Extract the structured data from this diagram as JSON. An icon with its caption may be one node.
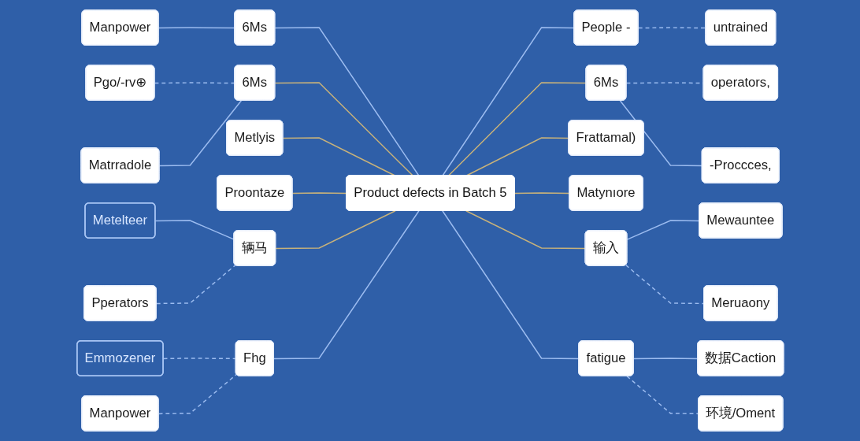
{
  "diagram": {
    "nodes": [
      {
        "text": [
          "Product defects in Batch 5"
        ]
      },
      {
        "text": [
          "6Ms"
        ]
      },
      {
        "text": [
          "Manpower"
        ]
      },
      {
        "text": [
          "Pgo/-rv⊕"
        ]
      },
      {
        "text": [
          "Matrradole"
        ]
      },
      {
        "text": [
          "6Ms"
        ]
      },
      {
        "text": [
          "Metlyis"
        ]
      },
      {
        "text": [
          "Proontaze"
        ]
      },
      {
        "text": [
          "Metelteer"
        ]
      },
      {
        "text": [
          "辆马"
        ]
      },
      {
        "text": [
          "Pperators"
        ]
      },
      {
        "text": [
          "Emmozener"
        ]
      },
      {
        "text": [
          "Fhg"
        ]
      },
      {
        "text": [
          "Manpower"
        ]
      },
      {
        "text": [
          "People -"
        ]
      },
      {
        "text": [
          "untrained"
        ]
      },
      {
        "text": [
          "operators,"
        ]
      },
      {
        "text": [
          "6Ms"
        ]
      },
      {
        "text": [
          "-Proccces,"
        ]
      },
      {
        "text": [
          "Frattamal)"
        ]
      },
      {
        "text": [
          "Matynıore"
        ]
      },
      {
        "text": [
          "输入"
        ]
      },
      {
        "text": [
          "Mewauntee"
        ]
      },
      {
        "text": [
          "Meruaony"
        ]
      },
      {
        "text": [
          "fatigue"
        ]
      },
      {
        "text": [
          "数据Caction"
        ]
      },
      {
        "text": [
          "环境/Oment"
        ]
      }
    ],
    "edges": [
      {
        "from": 0,
        "to": 1,
        "arrow": "none"
      },
      {
        "from": 1,
        "to": 2,
        "arrow": "none"
      },
      {
        "from": 0,
        "to": 5,
        "arrow": "none",
        "color": "#c8b27a"
      },
      {
        "from": 5,
        "to": 3,
        "arrow": "none",
        "style": "dashed"
      },
      {
        "from": 5,
        "to": 4,
        "arrow": "none"
      },
      {
        "from": 0,
        "to": 6,
        "arrow": "none",
        "color": "#c8b27a"
      },
      {
        "from": 0,
        "to": 7,
        "arrow": "none",
        "color": "#c8b27a"
      },
      {
        "from": 0,
        "to": 9,
        "arrow": "none",
        "color": "#c8b27a"
      },
      {
        "from": 9,
        "to": 8,
        "arrow": "none"
      },
      {
        "from": 9,
        "to": 10,
        "arrow": "none",
        "style": "dashed"
      },
      {
        "from": 0,
        "to": 12,
        "arrow": "none"
      },
      {
        "from": 12,
        "to": 11,
        "arrow": "none",
        "style": "dashed"
      },
      {
        "from": 12,
        "to": 13,
        "arrow": "none",
        "style": "dashed"
      },
      {
        "from": 0,
        "to": 14,
        "arrow": "none"
      },
      {
        "from": 14,
        "to": 15,
        "arrow": "none",
        "style": "dashed"
      },
      {
        "from": 0,
        "to": 17,
        "arrow": "none",
        "color": "#c8b27a"
      },
      {
        "from": 17,
        "to": 16,
        "arrow": "none",
        "style": "dashed"
      },
      {
        "from": 17,
        "to": 18,
        "arrow": "none"
      },
      {
        "from": 0,
        "to": 19,
        "arrow": "none",
        "color": "#c8b27a"
      },
      {
        "from": 0,
        "to": 20,
        "arrow": "none",
        "color": "#c8b27a"
      },
      {
        "from": 0,
        "to": 21,
        "arrow": "none",
        "color": "#c8b27a"
      },
      {
        "from": 21,
        "to": 22,
        "arrow": "none"
      },
      {
        "from": 21,
        "to": 23,
        "arrow": "none",
        "style": "dashed"
      },
      {
        "from": 0,
        "to": 24,
        "arrow": "none"
      },
      {
        "from": 24,
        "to": 25,
        "arrow": "none"
      },
      {
        "from": 24,
        "to": 26,
        "arrow": "none",
        "style": "dashed"
      }
    ]
  }
}
